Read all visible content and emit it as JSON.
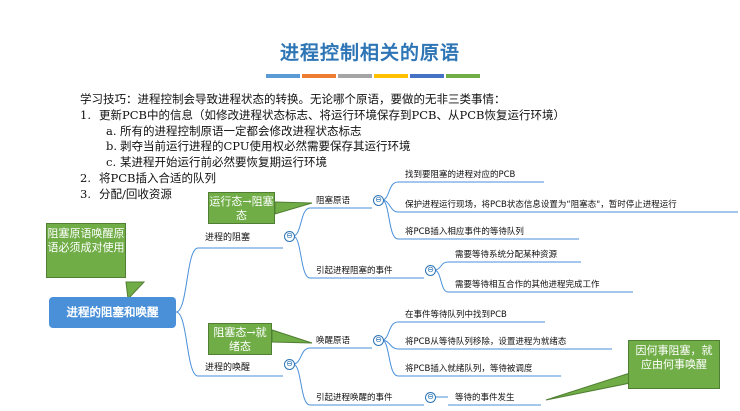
{
  "title": "进程控制相关的原语",
  "accent_colors": [
    "#5b9bd5",
    "#ed7d31",
    "#a5a5a5",
    "#ffc000",
    "#4472c4",
    "#70ad47"
  ],
  "intro": {
    "tip": "学习技巧：进程控制会导致进程状态的转换。无论哪个原语，要做的无非三类事情：",
    "items": [
      {
        "num": "1.",
        "text": "更新PCB中的信息（如修改进程状态标志、将运行环境保存到PCB、从PCB恢复运行环境）"
      },
      {
        "num": "a.",
        "text": "所有的进程控制原语一定都会修改进程状态标志"
      },
      {
        "num": "b.",
        "text": "剥夺当前运行进程的CPU使用权必然需要保存其运行环境"
      },
      {
        "num": "c.",
        "text": "某进程开始运行前必然要恢复期运行环境"
      },
      {
        "num": "2.",
        "text": "将PCB插入合适的队列"
      },
      {
        "num": "3.",
        "text": "分配/回收资源"
      }
    ]
  },
  "mindmap": {
    "root": "进程的阻塞和唤醒",
    "block": {
      "label": "进程的阻塞",
      "primitive": "阻塞原语",
      "steps": [
        "找到要阻塞的进程对应的PCB",
        "保护进程运行现场，将PCB状态信息设置为“阻塞态\"，暂时停止进程运行",
        "将PCB插入相应事件的等待队列"
      ],
      "events_label": "引起进程阻塞的事件",
      "events": [
        "需要等待系统分配某种资源",
        "需要等待相互合作的其他进程完成工作"
      ]
    },
    "wake": {
      "label": "进程的唤醒",
      "primitive": "唤醒原语",
      "steps": [
        "在事件等待队列中找到PCB",
        "将PCB从等待队列移除，设置进程为就绪态",
        "将PCB插入就绪队列，等待被调度"
      ],
      "events_label": "引起进程唤醒的事件",
      "events": [
        "等待的事件发生"
      ]
    }
  },
  "callouts": {
    "pair": "阻塞原语唤醒原语必须成对使用",
    "run_block": "运行态→阻塞态",
    "block_ready": "阻塞态→就绪态",
    "reason": "因何事阻塞，就应由何事唤醒"
  },
  "collapse_symbol": "⊖"
}
